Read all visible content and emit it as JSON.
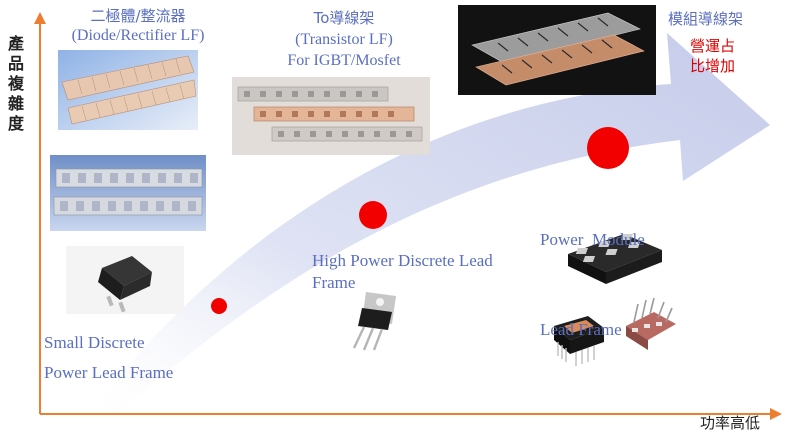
{
  "axes": {
    "y_label": "產品複雜度",
    "x_label": "功率高低"
  },
  "categories": {
    "diode": {
      "title": "二極體/整流器",
      "subtitle": "(Diode/Rectifier LF)"
    },
    "transistor": {
      "title": "To導線架",
      "subtitle": "(Transistor LF)",
      "line3": "For IGBT/Mosfet"
    },
    "module": {
      "title": "模組導線架"
    }
  },
  "note": {
    "line1": "營運占",
    "line2": "比增加"
  },
  "stages": {
    "small": {
      "line1": "Small Discrete",
      "line2": "Power Lead Frame"
    },
    "high": {
      "line1": "High Power Discrete Lead",
      "line2": "Frame"
    },
    "module": {
      "line1": "Power  Module",
      "line2": "Lead Frame"
    }
  },
  "colors": {
    "arrow": "#cdd2ec",
    "dot": "#f20000",
    "axis": "#ed7d31",
    "label_blue": "#5b6fc0",
    "note_red": "#e00000"
  }
}
